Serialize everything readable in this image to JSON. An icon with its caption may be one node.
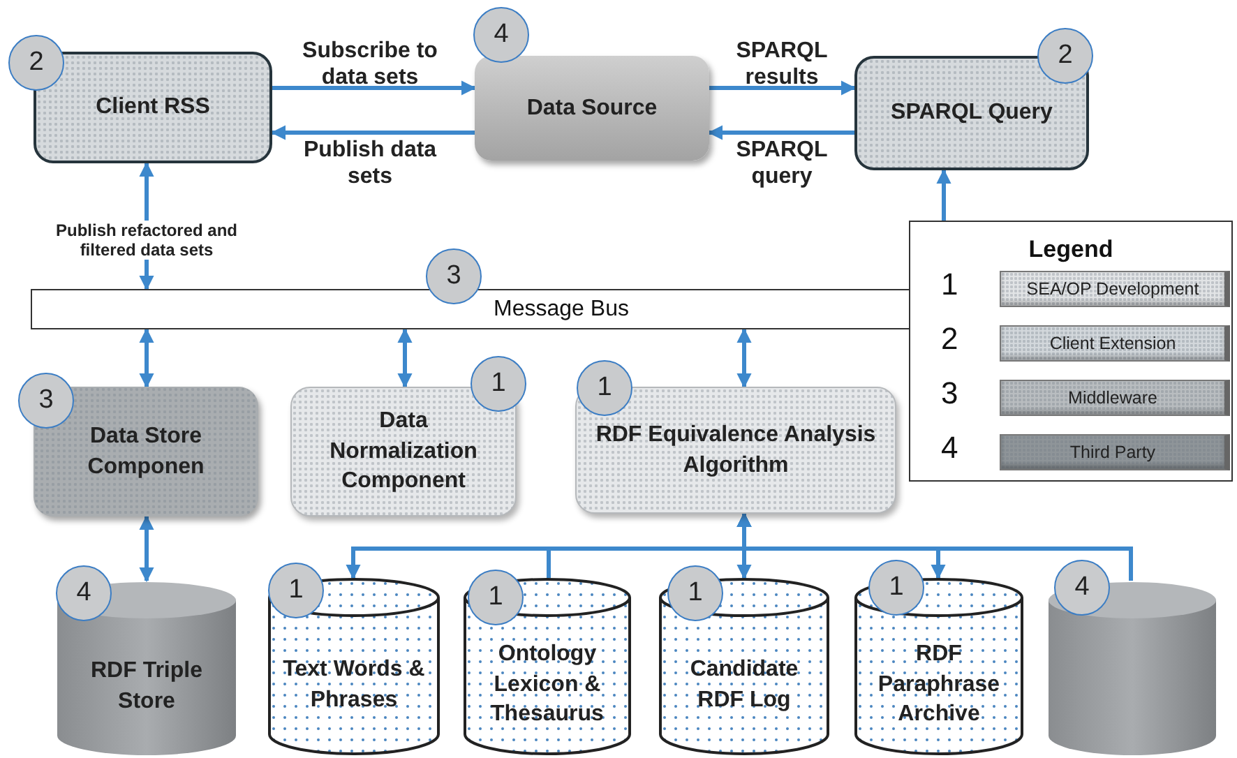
{
  "diagram": {
    "nodes": [
      {
        "text": [
          "Client RSS"
        ]
      },
      {
        "text": [
          "2"
        ]
      },
      {
        "text": [
          "Data Source"
        ]
      },
      {
        "text": [
          "4"
        ]
      },
      {
        "text": [
          "SPARQL Query"
        ]
      },
      {
        "text": [
          "2"
        ]
      },
      {
        "text": [
          "Message Bus"
        ]
      },
      {
        "text": [
          "3"
        ]
      },
      {
        "text": [
          "Legend"
        ]
      },
      {
        "text": [
          "Data Store Componen"
        ]
      },
      {
        "text": [
          "3"
        ]
      },
      {
        "text": [
          "Data Normalization Component"
        ]
      },
      {
        "text": [
          "1"
        ]
      },
      {
        "text": [
          "RDF Equivalence Analysis Algorithm"
        ]
      },
      {
        "text": [
          "1"
        ]
      },
      {
        "text": [
          "RDF Triple Store"
        ]
      },
      {
        "text": [
          "4"
        ]
      },
      {
        "text": [
          "Text Words & Phrases"
        ]
      },
      {
        "text": [
          "1"
        ]
      },
      {
        "text": [
          "Ontology Lexicon & Thesaurus"
        ]
      },
      {
        "text": [
          "1"
        ]
      },
      {
        "text": [
          "Candidate RDF Log"
        ]
      },
      {
        "text": [
          "1"
        ]
      },
      {
        "text": [
          "RDF Paraphrase Archive"
        ]
      },
      {
        "text": [
          "1"
        ]
      },
      {
        "text": [],
        "shape": "cylinder"
      },
      {
        "text": [
          "4"
        ]
      }
    ],
    "edges": [
      {
        "from": 0,
        "to": 2,
        "arrow": "to",
        "label": "Subscribe to data sets"
      },
      {
        "from": 2,
        "to": 0,
        "arrow": "to",
        "label": "Publish data sets"
      },
      {
        "from": 2,
        "to": 4,
        "arrow": "to",
        "label": "SPARQL results"
      },
      {
        "from": 4,
        "to": 2,
        "arrow": "to",
        "label": "SPARQL query"
      },
      {
        "from": 6,
        "to": 0,
        "arrow": "both",
        "label": "Publish refactored and filtered data sets"
      },
      {
        "from": 8,
        "to": 4,
        "arrow": "to"
      },
      {
        "from": 6,
        "to": 9,
        "arrow": "both"
      },
      {
        "from": 6,
        "to": 11,
        "arrow": "both"
      },
      {
        "from": 6,
        "to": 13,
        "arrow": "both"
      },
      {
        "from": 9,
        "to": 15,
        "arrow": "both"
      },
      {
        "from": 13,
        "to": 17,
        "arrow": "both"
      },
      {
        "from": 19,
        "to": 13,
        "arrow": "to"
      },
      {
        "from": 13,
        "to": 21,
        "arrow": "both"
      },
      {
        "from": 13,
        "to": 23,
        "arrow": "both"
      },
      {
        "from": 25,
        "to": 13,
        "arrow": "to"
      }
    ],
    "labels": [
      "1",
      "2",
      "3",
      "4"
    ],
    "legend": [
      {
        "text": "SEA/OP Development",
        "color": "#e2e4e6"
      },
      {
        "text": "Client Extension",
        "color": "#d3d8dc"
      },
      {
        "text": "Middleware",
        "color": "#b9bdc0"
      },
      {
        "text": "Third Party",
        "color": "#8f9599"
      }
    ]
  }
}
